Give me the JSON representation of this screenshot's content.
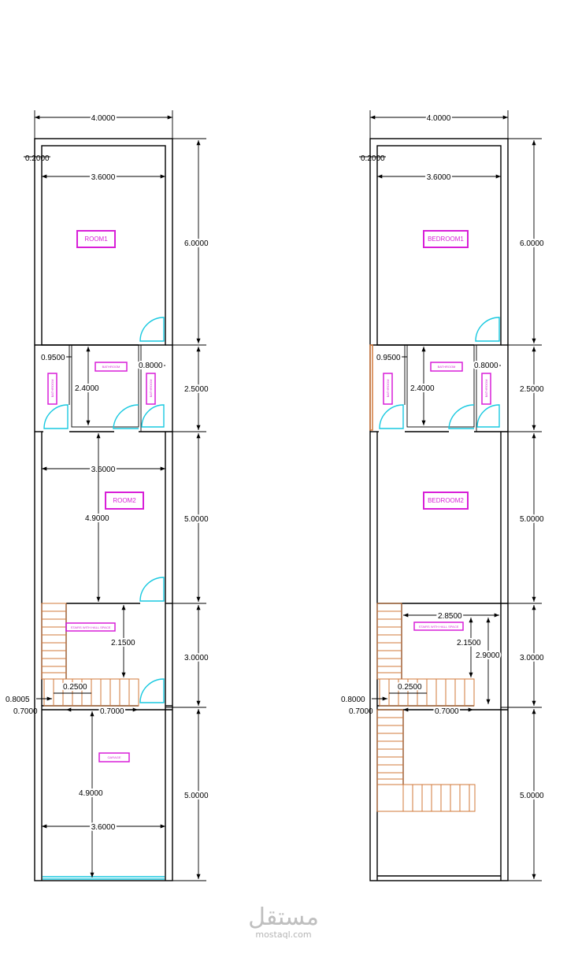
{
  "plans": [
    {
      "id": "left",
      "overall_width": "4.0000",
      "inner_width": "3.6000",
      "wall": "0.2000",
      "bath_left_width": "0.9500",
      "bath_mid_depth": "2.4000",
      "bath_right_width": "0.8000",
      "room1_label": "ROOM1",
      "room2_label": "ROOM2",
      "bath_top_label": "BATHROOM",
      "bath_left_label": "BATHROOM",
      "bath_right_label": "BATHROOM",
      "stairs_label": "STAIRS WITH HALL SPACE",
      "garage_label": "GARAGE",
      "room2_width": "3.6000",
      "room2_depth": "4.9000",
      "stair_depth": "2.1500",
      "stair_step": "0.2500",
      "landing_offset": "0.8005",
      "landing_left": "0.7000",
      "landing_right": "0.7000",
      "garage_depth": "4.9000",
      "garage_width": "3.6000",
      "side_dims": [
        "6.0000",
        "2.5000",
        "5.0000",
        "3.0000",
        "5.0000"
      ]
    },
    {
      "id": "right",
      "overall_width": "4.0000",
      "inner_width": "3.6000",
      "wall": "0.2000",
      "bath_left_width": "0.9500",
      "bath_mid_depth": "2.4000",
      "bath_right_width": "0.8000",
      "room1_label": "BEDROOM1",
      "room2_label": "BEDROOM2",
      "bath_top_label": "BATHROOM",
      "bath_left_label": "BATHROOM",
      "bath_right_label": "BATHROOM",
      "stairs_label": "STAIRS WITH HALL SPACE",
      "hall_width": "2.8500",
      "stair_depth": "2.1500",
      "stair_depth_2": "2.9000",
      "stair_step": "0.2500",
      "landing_offset": "0.8000",
      "landing_left": "0.7000",
      "landing_right": "0.7000",
      "side_dims": [
        "6.0000",
        "2.5000",
        "5.0000",
        "3.0000",
        "5.0000"
      ]
    }
  ],
  "watermark": {
    "arabic": "مستقل",
    "latin": "mostaql.com"
  },
  "colors": {
    "label": "#d81fd8",
    "door": "#19c9e0",
    "stair": "#d2783a",
    "line": "#000000"
  }
}
